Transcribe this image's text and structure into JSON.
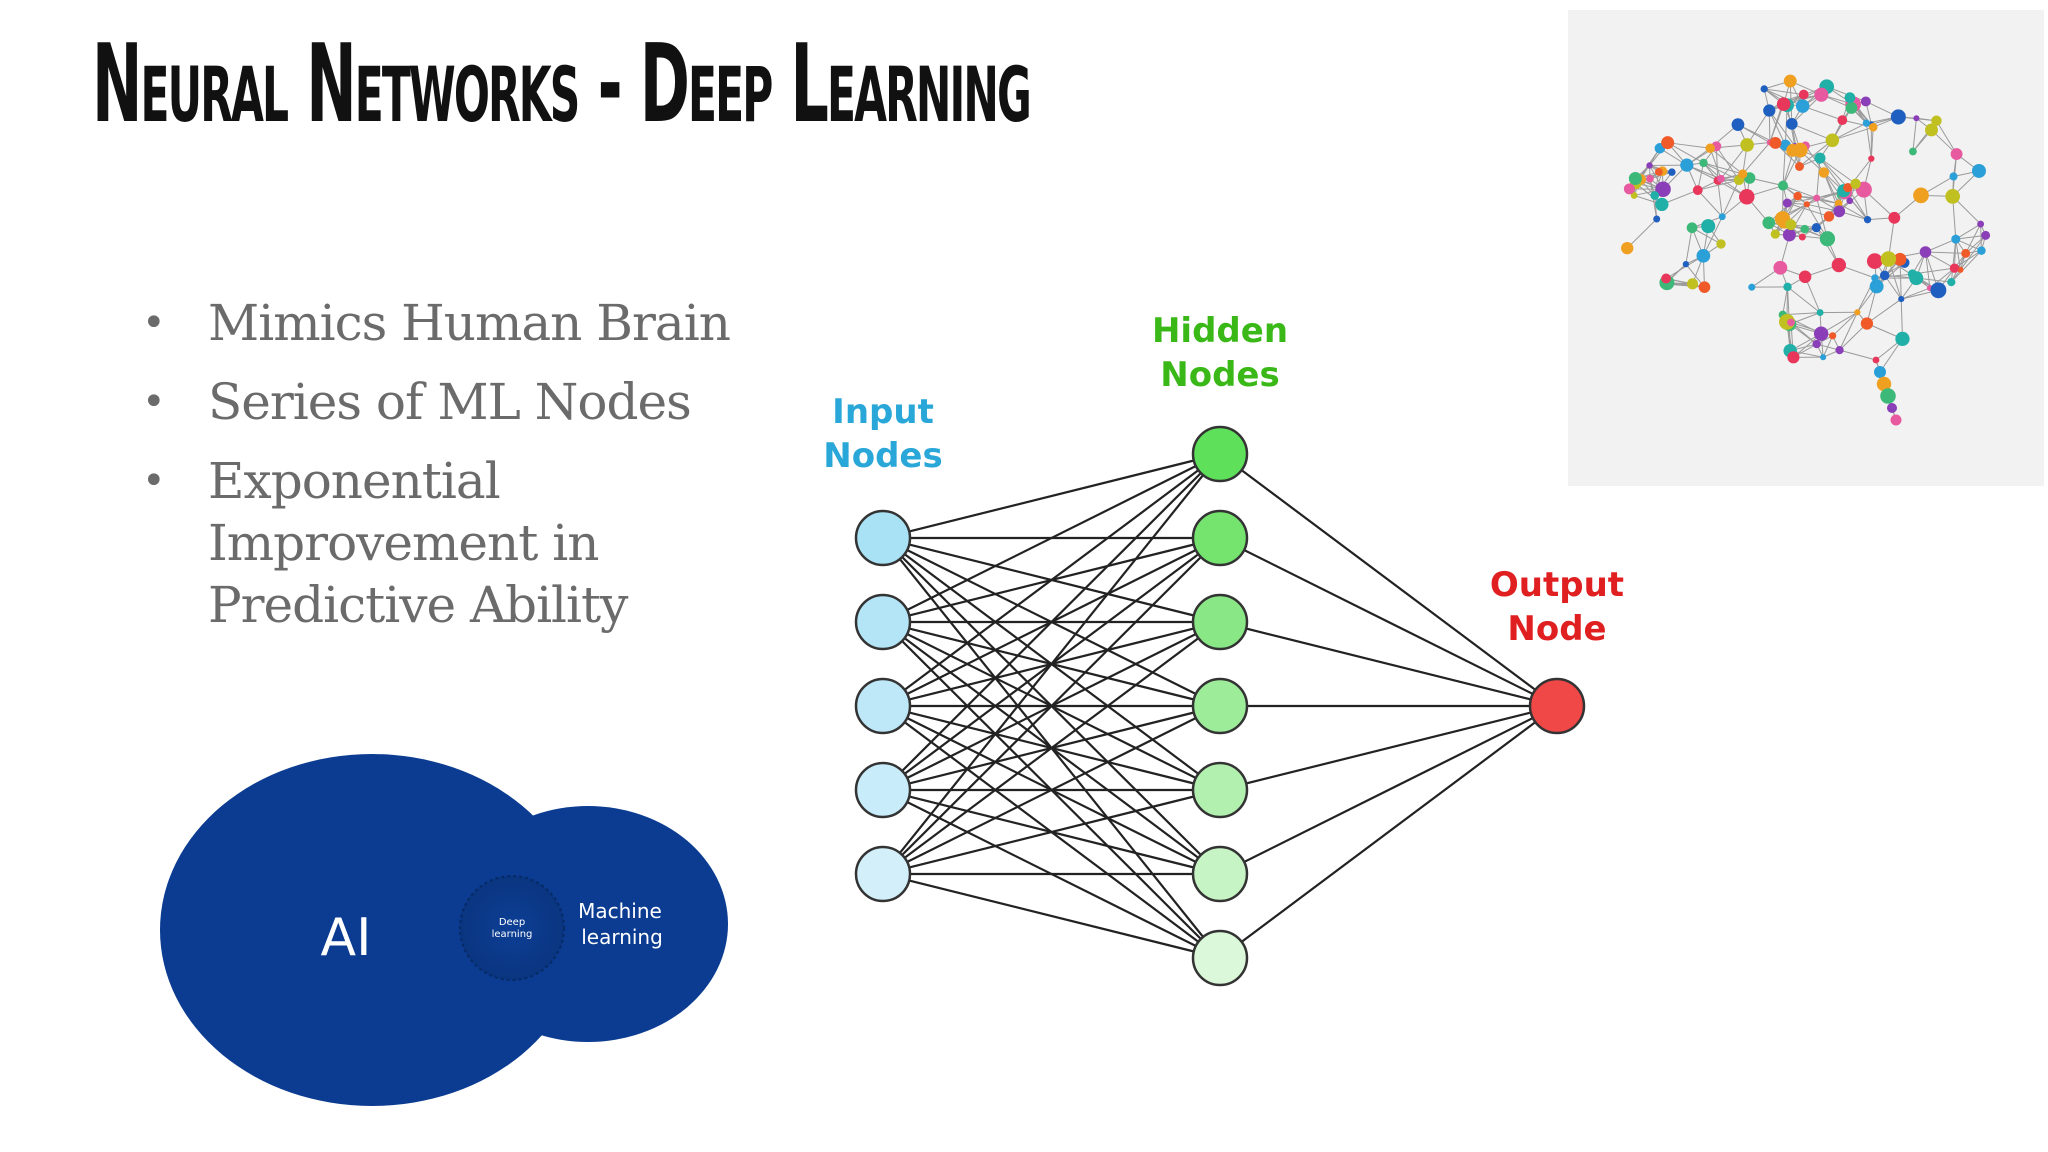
{
  "slide": {
    "title": "Neural Networks - Deep Learning",
    "bullets": [
      "Mimics Human Brain",
      "Series of ML Nodes",
      "Exponential Improvement in Predictive Ability"
    ]
  },
  "network_diagram": {
    "input_label": [
      "Input",
      "Nodes"
    ],
    "hidden_label": [
      "Hidden",
      "Nodes"
    ],
    "output_label": [
      "Output",
      "Node"
    ],
    "input_count": 5,
    "hidden_count": 7,
    "output_count": 1,
    "colors": {
      "input_label": "#29a7d8",
      "hidden_label": "#3ab818",
      "output_label": "#e02020",
      "input_node": "#a9e1f5",
      "hidden_node": "#5fe05a",
      "output_node": "#f04747",
      "edge": "#222222"
    }
  },
  "venn_diagram": {
    "ai_label": "AI",
    "ml_label": [
      "Machine",
      "learning"
    ],
    "dl_label": [
      "Deep",
      "learning"
    ],
    "color": "#0b3c91"
  },
  "brain_image": {
    "description_icon": "brain-network-icon"
  }
}
